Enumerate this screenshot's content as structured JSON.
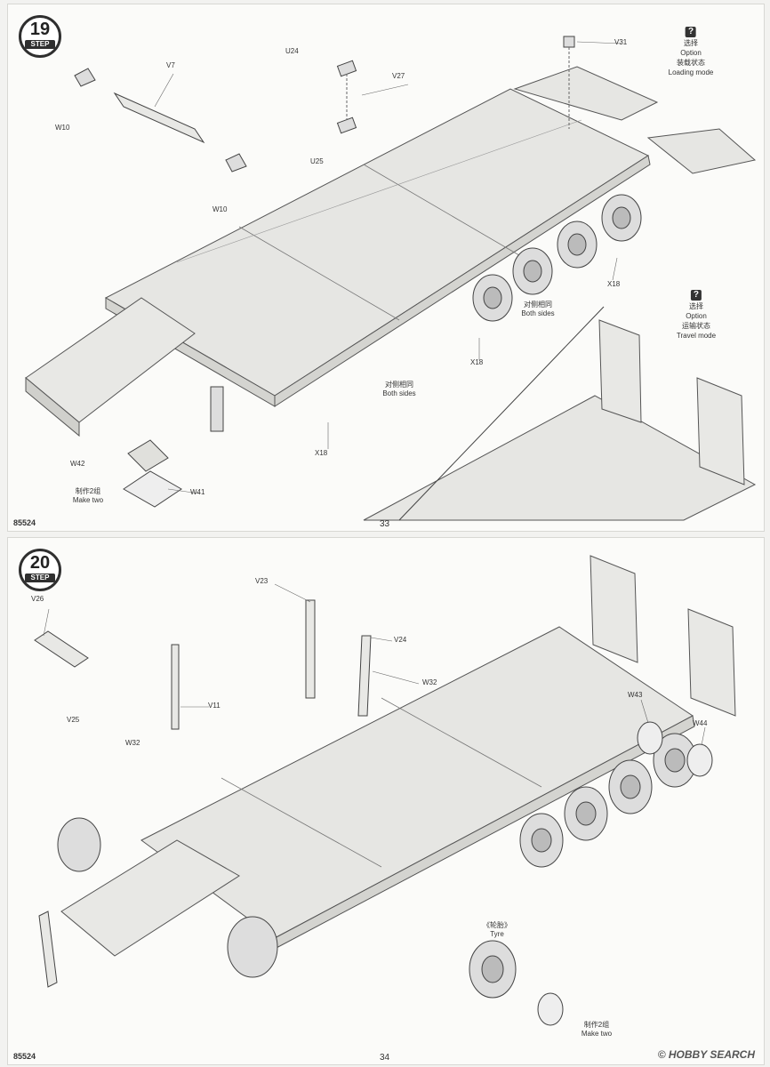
{
  "top_page": {
    "step_number": "19",
    "step_word": "STEP",
    "product_code": "85524",
    "page_number": "33",
    "labels": {
      "v7": "V7",
      "w10_a": "W10",
      "w10_b": "W10",
      "u24": "U24",
      "v27": "V27",
      "u25": "U25",
      "v31": "V31",
      "x18_a": "X18",
      "x18_b": "X18",
      "x18_c": "X18",
      "both_sides_cn_a": "对侧相同",
      "both_sides_en_a": "Both sides",
      "both_sides_cn_b": "对侧相同",
      "both_sides_en_b": "Both sides",
      "w42": "W42",
      "w41": "W41",
      "make_two_cn": "制作2组",
      "make_two_en": "Make two"
    },
    "option_loading": {
      "icon": "?",
      "cn_select": "选择",
      "en_option": "Option",
      "cn_mode": "装载状态",
      "en_mode": "Loading mode"
    },
    "option_travel": {
      "icon": "?",
      "cn_select": "选择",
      "en_option": "Option",
      "cn_mode": "运输状态",
      "en_mode": "Travel mode"
    }
  },
  "bottom_page": {
    "step_number": "20",
    "step_word": "STEP",
    "product_code": "85524",
    "page_number": "34",
    "labels": {
      "v26": "V26",
      "v25": "V25",
      "v11": "V11",
      "w32_a": "W32",
      "v23": "V23",
      "v24": "V24",
      "w32_b": "W32",
      "tyre_cn": "《轮胎》",
      "tyre_en": "Tyre",
      "w43": "W43",
      "w44": "W44",
      "make_two_cn": "制作2组",
      "make_two_en": "Make two"
    }
  },
  "watermark": "© HOBBY SEARCH"
}
